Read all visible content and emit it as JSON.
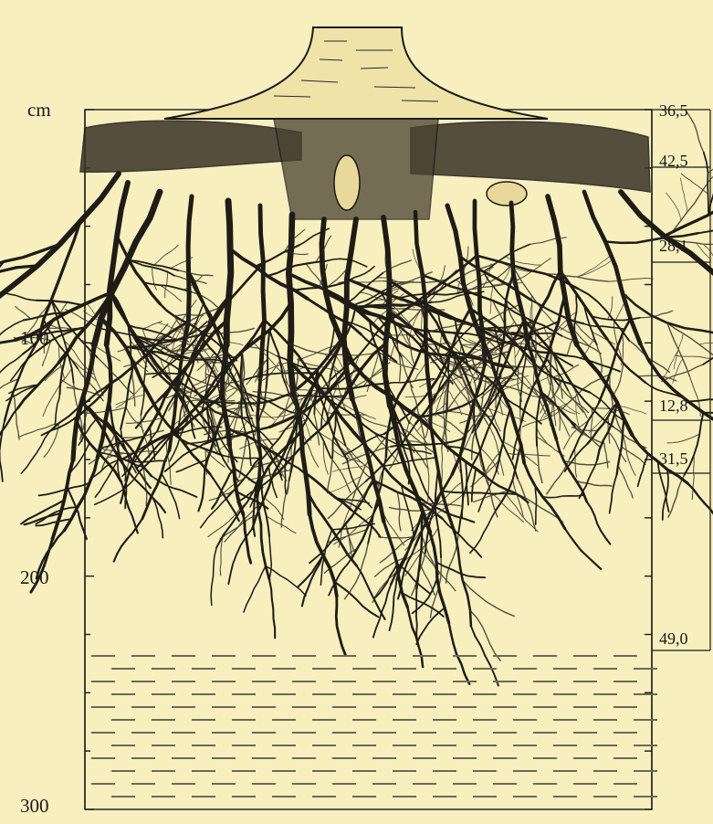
{
  "diagram": {
    "unit_label": "cm",
    "depth_labels": [
      {
        "text": "100",
        "value": 100
      },
      {
        "text": "200",
        "value": 200
      },
      {
        "text": "300",
        "value": 300
      }
    ],
    "side_values": [
      {
        "text": "36,5"
      },
      {
        "text": "42,5"
      },
      {
        "text": "28,1"
      },
      {
        "text": "12,8"
      },
      {
        "text": "31,5"
      },
      {
        "text": "49,0"
      }
    ],
    "colors": {
      "background": "#f7efbe",
      "ink": "#1a1a1a",
      "soil_dash": "#6b6b55"
    }
  }
}
